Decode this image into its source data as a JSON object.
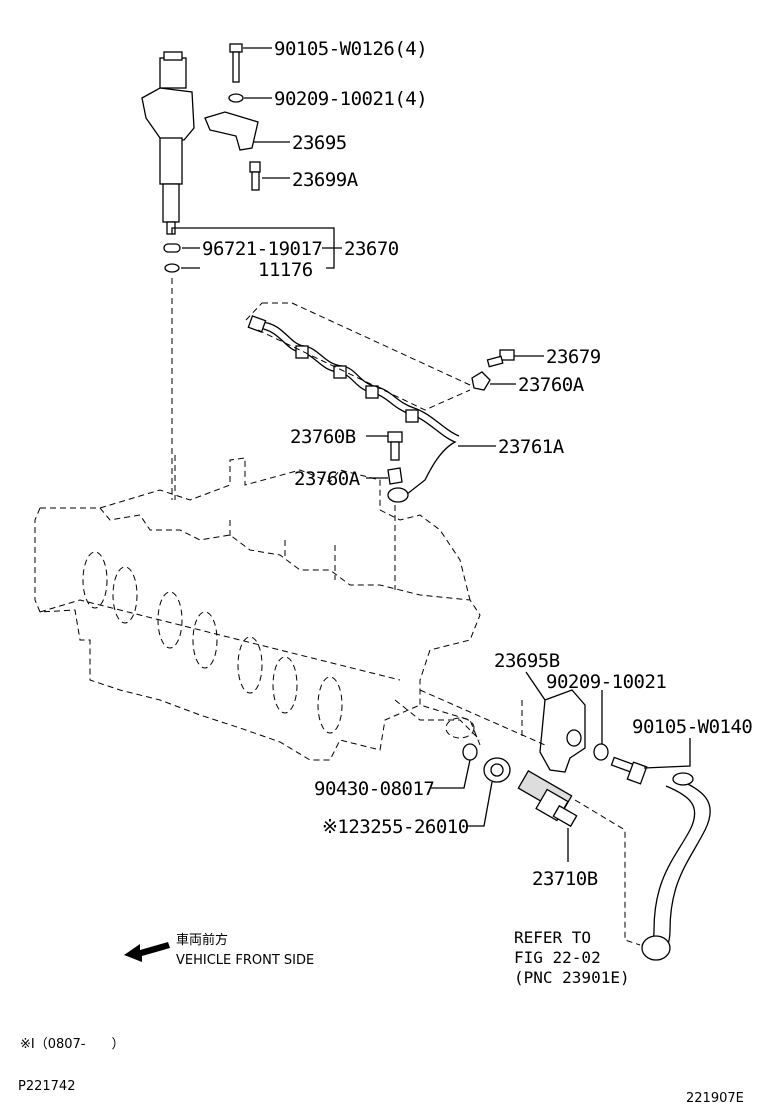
{
  "labels": {
    "p1": "90105-W0126(4)",
    "p2": "90209-10021(4)",
    "p3": "23695",
    "p4": "23699A",
    "p5a": "96721-19017",
    "p5b": "23670",
    "p6": "11176",
    "p7": "23679",
    "p8": "23760A",
    "p9": "23760B",
    "p10": "23761A",
    "p11": "23760A",
    "p12": "23695B",
    "p13": "90209-10021",
    "p14": "90105-W0140",
    "p15": "90430-08017",
    "p16": "※123255-26010",
    "p17": "23710B",
    "refer1": "REFER TO",
    "refer2": "FIG 22-02",
    "refer3": "(PNC 23901E)"
  },
  "front": {
    "jp": "車両前方",
    "en": "VEHICLE FRONT SIDE"
  },
  "footnote": "※I（0807-　　）",
  "page_code": "P221742",
  "figure_code": "221907E"
}
